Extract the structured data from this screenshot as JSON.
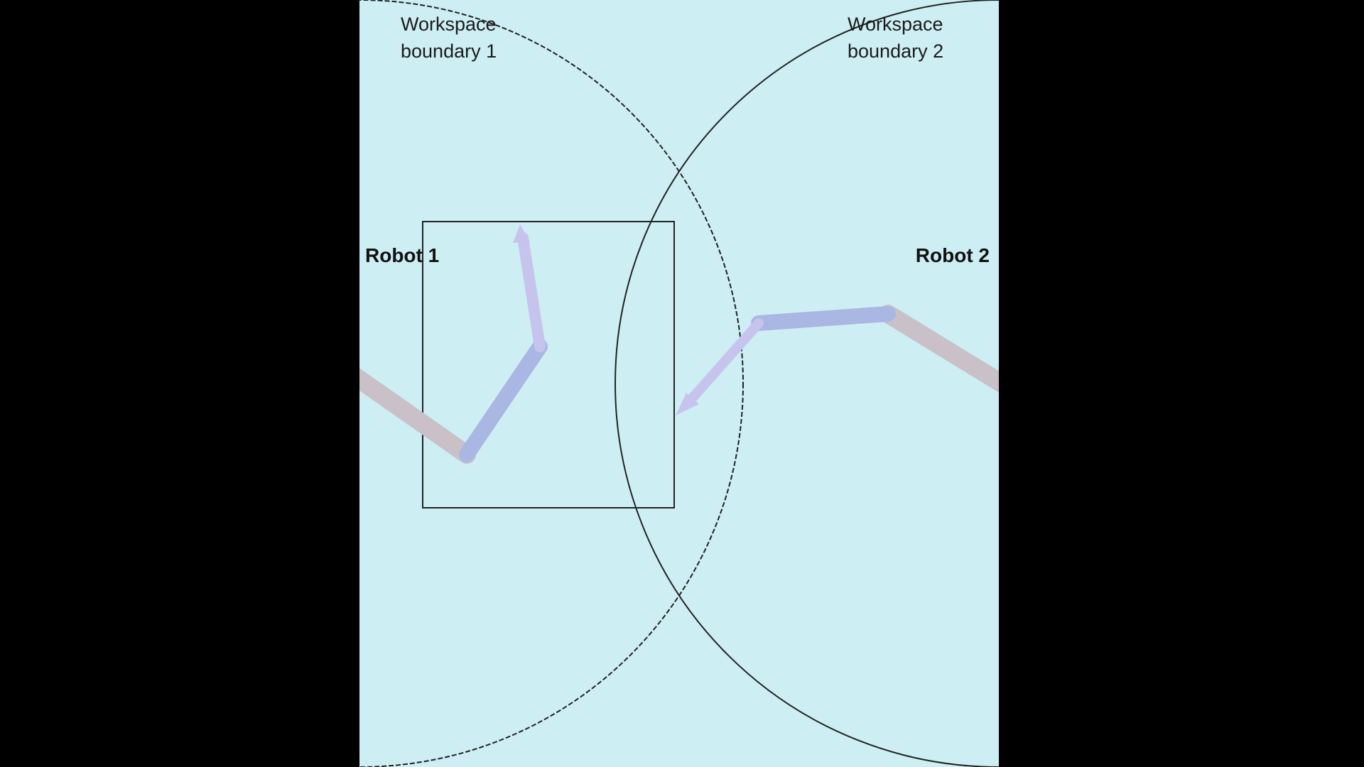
{
  "colors": {
    "outer_background": "#000000",
    "panel_background": "#cdeff4",
    "boundary_stroke": "#222222",
    "shared_region_stroke": "#222222",
    "base_link": "#c9c0c8",
    "mid_link": "#a9b7e2",
    "end_link": "#c6c4ec"
  },
  "workspace": {
    "boundary_1_line1": "Workspace",
    "boundary_1_line2": "boundary 1",
    "boundary_2_line1": "Workspace",
    "boundary_2_line2": "boundary 2"
  },
  "robots": {
    "robot_1_label": "Robot 1",
    "robot_2_label": "Robot 2"
  },
  "icons": {
    "robot_1_end_effector": "arrow-up-icon",
    "robot_2_end_effector": "arrow-down-left-icon"
  }
}
